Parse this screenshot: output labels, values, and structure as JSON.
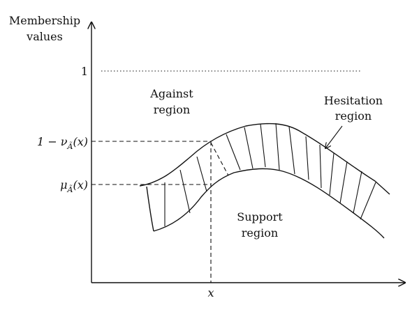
{
  "y_axis": {
    "title_line1": "Membership",
    "title_line2": "values",
    "tick_one": "1"
  },
  "y_labels": {
    "upper_prefix": "1 − ν",
    "upper_sub": "Ã",
    "upper_suffix": "(x)",
    "lower_prefix": "μ",
    "lower_sub": "Ã",
    "lower_suffix": "(x)"
  },
  "x_axis": {
    "tick_x": "x"
  },
  "regions": {
    "against_line1": "Against",
    "against_line2": "region",
    "hesitation_line1": "Hesitation",
    "hesitation_line2": "region",
    "support_line1": "Support",
    "support_line2": "region"
  }
}
